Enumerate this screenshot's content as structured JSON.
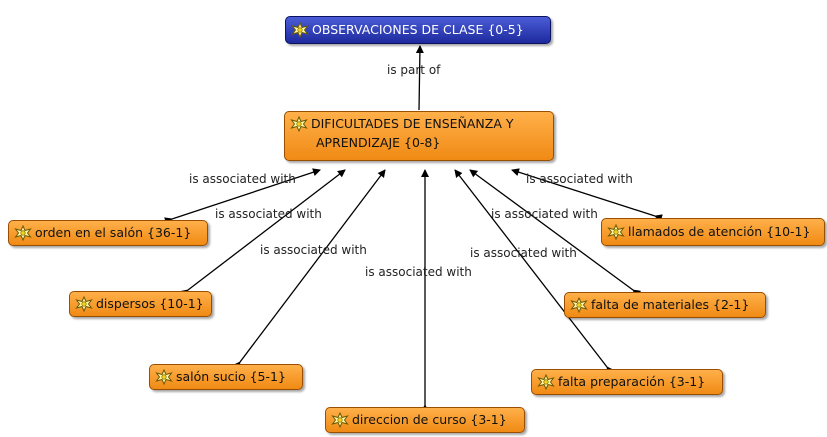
{
  "root": {
    "label": "OBSERVACIONES DE CLASE {0-5}",
    "icon": "star-icon"
  },
  "root_link": {
    "label": "is part of"
  },
  "center": {
    "line1": "DIFICULTADES DE  ENSEÑANZA Y",
    "line2": "APRENDIZAJE {0-8}",
    "icon": "star-icon"
  },
  "children": [
    {
      "label": "orden en el salón {36-1}",
      "icon": "star-icon"
    },
    {
      "label": "dispersos {10-1}",
      "icon": "star-icon"
    },
    {
      "label": "salón sucio {5-1}",
      "icon": "star-icon"
    },
    {
      "label": "direccion de curso {3-1}",
      "icon": "star-icon"
    },
    {
      "label": "falta preparación {3-1}",
      "icon": "star-icon"
    },
    {
      "label": "falta de materiales {2-1}",
      "icon": "star-icon"
    },
    {
      "label": "llamados de atención {10-1}",
      "icon": "star-icon"
    }
  ],
  "relations": [
    {
      "label": "is associated with"
    },
    {
      "label": "is associated with"
    },
    {
      "label": "is associated with"
    },
    {
      "label": "is associated with"
    },
    {
      "label": "is associated with"
    },
    {
      "label": "is associated with"
    },
    {
      "label": "is associated with"
    }
  ],
  "colors": {
    "node_orange": "#f39a27",
    "node_blue": "#2a36b0",
    "edge": "#000000"
  }
}
